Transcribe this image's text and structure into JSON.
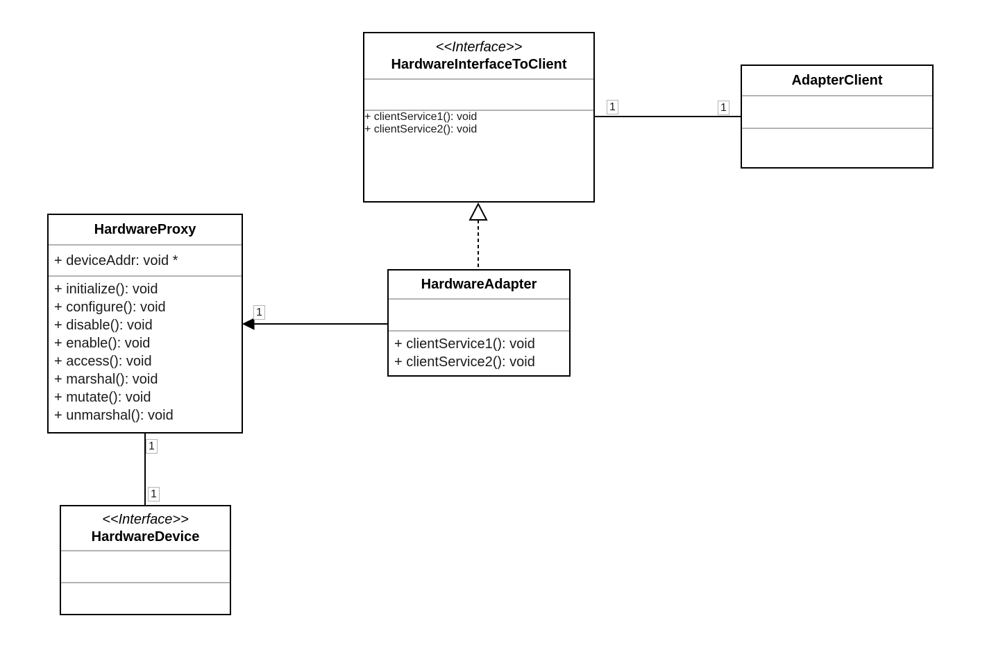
{
  "diagram": {
    "type": "uml-class-diagram",
    "background_color": "#ffffff",
    "box_border_color": "#000000",
    "divider_color": "#b3b3b3",
    "classes": {
      "hitc": {
        "stereotype": "<<Interface>>",
        "name": "HardwareInterfaceToClient",
        "attributes": [],
        "methods": [
          "+ clientService1(): void",
          "+ clientService2(): void"
        ]
      },
      "adapter_client": {
        "stereotype": "",
        "name": "AdapterClient",
        "attributes": [],
        "methods": []
      },
      "proxy": {
        "stereotype": "",
        "name": "HardwareProxy",
        "attributes": [
          "+ deviceAddr: void *"
        ],
        "methods": [
          "+ initialize(): void",
          "+ configure(): void",
          "+ disable(): void",
          "+ enable(): void",
          "+ access(): void",
          "+ marshal(): void",
          "+ mutate(): void",
          "+ unmarshal(): void"
        ]
      },
      "adapter": {
        "stereotype": "",
        "name": "HardwareAdapter",
        "attributes": [],
        "methods": [
          "+ clientService1(): void",
          "+ clientService2(): void"
        ]
      },
      "device": {
        "stereotype": "<<Interface>>",
        "name": "HardwareDevice",
        "attributes": [],
        "methods": []
      }
    },
    "relationships": {
      "hitc_adapterclient": {
        "type": "association",
        "from": "HardwareInterfaceToClient",
        "to": "AdapterClient",
        "from_label": "1",
        "to_label": "1"
      },
      "adapter_realizes_hitc": {
        "type": "realization",
        "from": "HardwareAdapter",
        "to": "HardwareInterfaceToClient"
      },
      "adapter_to_proxy": {
        "type": "directed_association",
        "from": "HardwareAdapter",
        "to": "HardwareProxy",
        "to_label": "1"
      },
      "proxy_device": {
        "type": "association",
        "from": "HardwareProxy",
        "to": "HardwareDevice",
        "from_label": "1",
        "to_label": "1"
      }
    }
  }
}
